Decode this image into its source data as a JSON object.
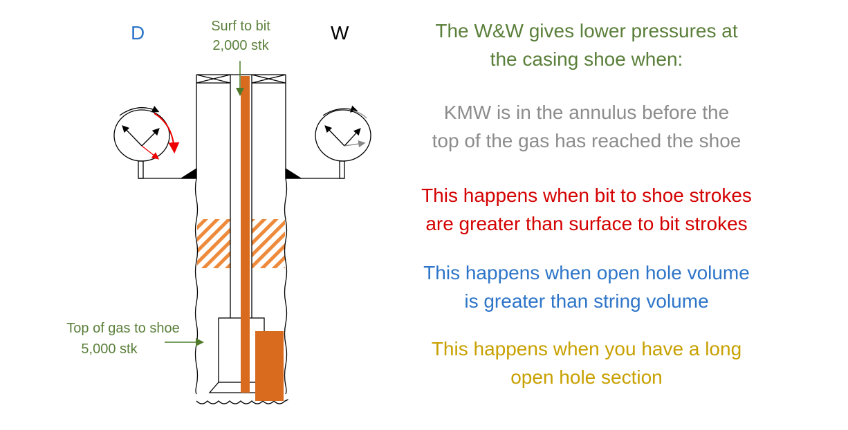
{
  "diagram": {
    "left_method_label": "D",
    "right_method_label": "W",
    "surf_to_bit": {
      "line1": "Surf to bit",
      "line2": "2,000 stk"
    },
    "top_of_gas": {
      "line1": "Top of gas to shoe",
      "line2": "5,000 stk"
    }
  },
  "text": {
    "heading": [
      "The W&W gives lower pressures at",
      "the casing shoe when:"
    ],
    "point_gray": [
      "KMW is in the annulus before the",
      "top of the gas has reached the shoe"
    ],
    "point_red": [
      "This happens when bit to shoe strokes",
      "are greater than surface to bit strokes"
    ],
    "point_blue": [
      "This happens when open hole volume",
      "is greater than string volume"
    ],
    "point_gold": [
      "This happens when you have a long",
      "open hole section"
    ]
  },
  "colors": {
    "green": "#5a7f3a",
    "gray": "#8c8c8c",
    "red": "#d40000",
    "blue": "#2e75c8",
    "gold": "#c8a000",
    "orange": "#d96b1f"
  }
}
